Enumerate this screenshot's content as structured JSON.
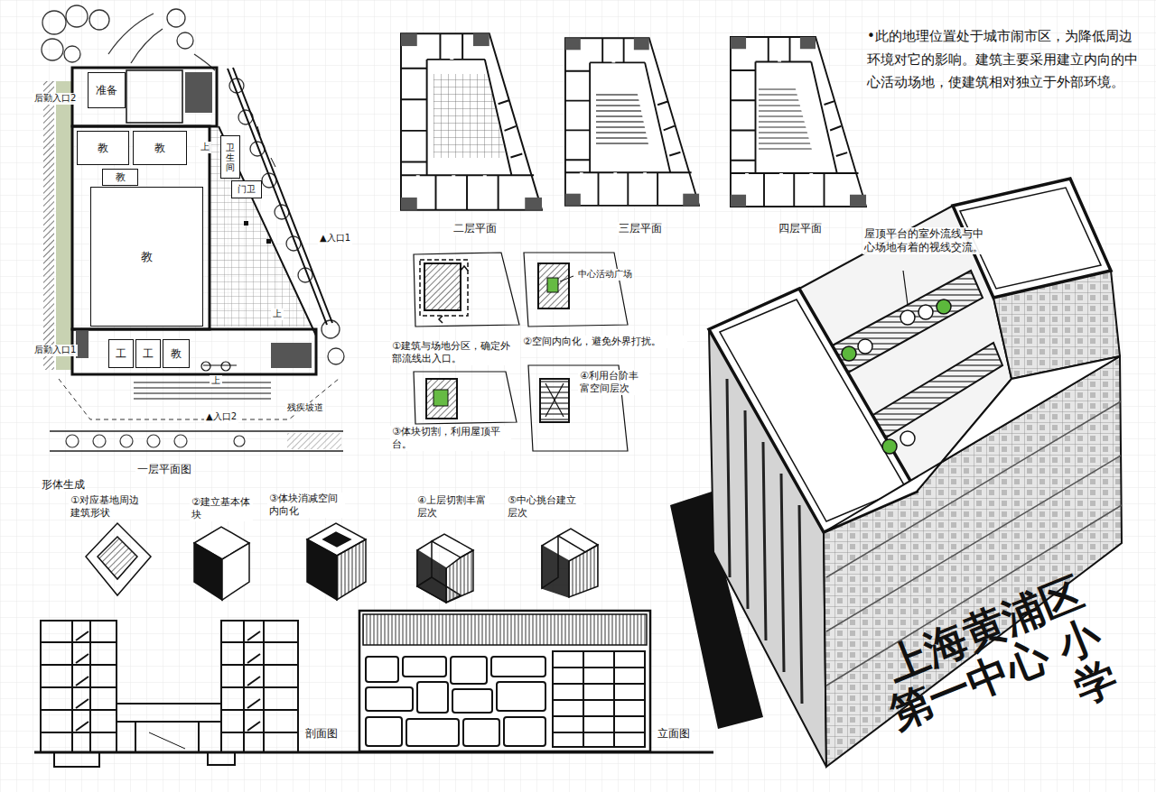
{
  "diagram": {
    "title": "上海黄浦区 第一中心 小学",
    "nodes": [
      {
        "text": [
          "准备"
        ]
      },
      {
        "text": [
          "教"
        ]
      },
      {
        "text": [
          "教"
        ]
      },
      {
        "text": [
          "教"
        ]
      },
      {
        "text": [
          "教"
        ]
      },
      {
        "text": [
          "工"
        ]
      },
      {
        "text": [
          "工"
        ]
      },
      {
        "text": [
          "教"
        ]
      },
      {
        "text": [
          "卫生间"
        ]
      },
      {
        "text": [
          "门卫"
        ]
      }
    ],
    "labels": [
      "•此的地理位置处于城市闹市区，为降低周边环境对它的影响。建筑主要采用建立内向的中心活动场地，使建筑相对独立于外部环境。",
      "后勤入口2",
      "后勤入口1",
      "▲入口1",
      "▲入口2",
      "残疾坡道",
      "上",
      "上",
      "上",
      "一层平面图",
      "二层平面",
      "三层平面",
      "四层平面",
      "中心活动广场",
      "①建筑与场地分区，确定外部流线出入口。",
      "②空间内向化，避免外界打扰。",
      "③体块切割，利用屋顶平台。",
      "④利用台阶丰富空间层次",
      "形体生成",
      "①对应基地周边建筑形状",
      "②建立基本体块",
      "③体块消减空间内向化",
      "④上层切割丰富层次",
      "⑤中心挑台建立层次",
      "屋顶平台的室外流线与中心场地有着的视线交流。",
      "剖面图",
      "立面图"
    ]
  }
}
